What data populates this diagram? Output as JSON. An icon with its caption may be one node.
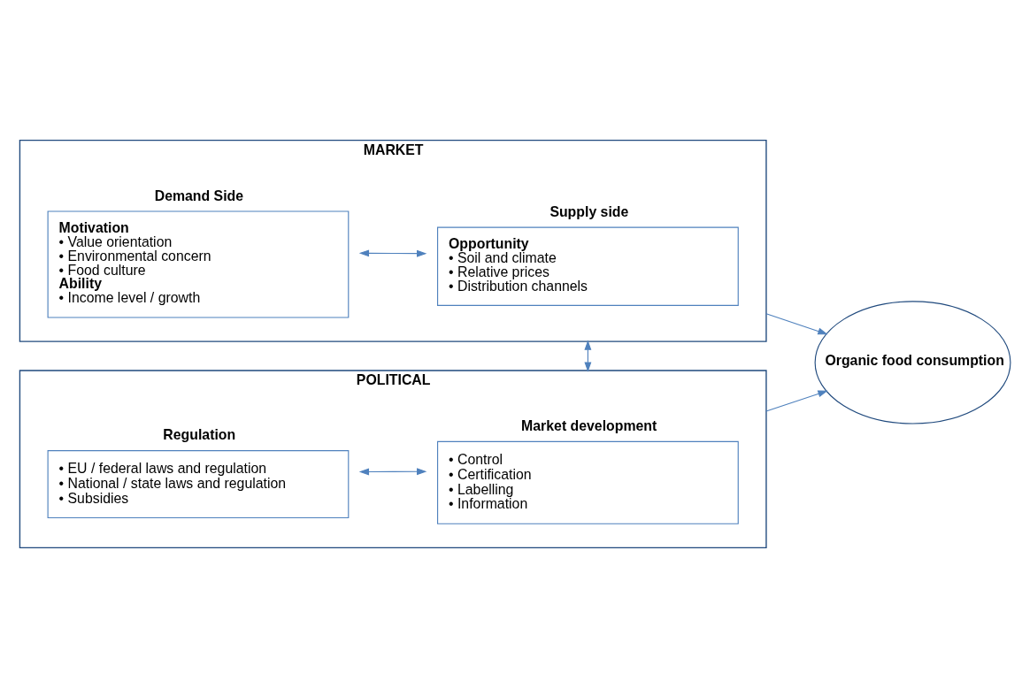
{
  "diagram": {
    "nodes": [
      {
        "text": [
          "MARKET"
        ]
      },
      {
        "text": [
          "Demand Side",
          "Motivation",
          "• Value orientation",
          "• Environmental concern",
          "• Food culture",
          "Ability",
          "• Income level / growth"
        ],
        "in": 0
      },
      {
        "text": [
          "Supply side",
          "Opportunity",
          "• Soil and climate",
          "• Relative prices",
          "• Distribution channels"
        ],
        "in": 0
      },
      {
        "text": [
          "POLITICAL"
        ]
      },
      {
        "text": [
          "Regulation",
          "• EU / federal laws and regulation",
          "• National / state laws and regulation",
          "• Subsidies"
        ],
        "in": 3
      },
      {
        "text": [
          "Market development",
          "• Control",
          "• Certification",
          "• Labelling",
          "• Information"
        ],
        "in": 3
      },
      {
        "text": [
          "Organic food consumption"
        ]
      }
    ],
    "edges": [
      {
        "from": 1,
        "to": 2,
        "arrow": "both"
      },
      {
        "from": 0,
        "to": 3,
        "arrow": "both"
      },
      {
        "from": 0,
        "to": 6,
        "arrow": "to"
      },
      {
        "from": 4,
        "to": 5,
        "arrow": "both"
      },
      {
        "from": 3,
        "to": 6,
        "arrow": "to"
      }
    ]
  }
}
